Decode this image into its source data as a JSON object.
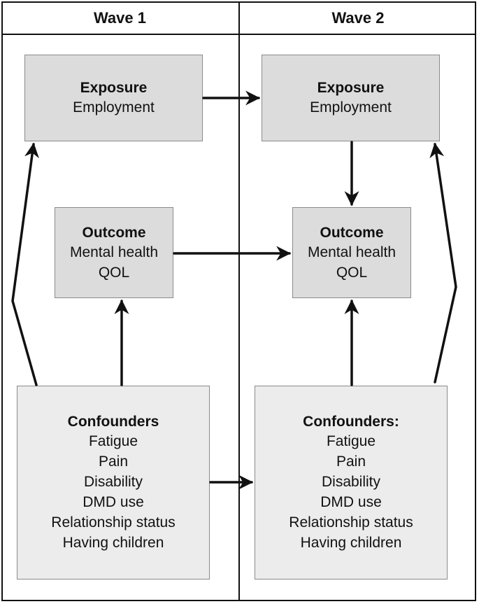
{
  "columns": {
    "wave1": "Wave 1",
    "wave2": "Wave 2"
  },
  "wave1": {
    "exposure": {
      "title": "Exposure",
      "lines": [
        "Employment"
      ]
    },
    "outcome": {
      "title": "Outcome",
      "lines": [
        "Mental health",
        "QOL"
      ]
    },
    "confounders": {
      "title": "Confounders",
      "lines": [
        "Fatigue",
        "Pain",
        "Disability",
        "DMD use",
        "Relationship status",
        "Having children"
      ]
    }
  },
  "wave2": {
    "exposure": {
      "title": "Exposure",
      "lines": [
        "Employment"
      ]
    },
    "outcome": {
      "title": "Outcome",
      "lines": [
        "Mental health",
        "QOL"
      ]
    },
    "confounders": {
      "title": "Confounders:",
      "lines": [
        "Fatigue",
        "Pain",
        "Disability",
        "DMD use",
        "Relationship status",
        "Having children"
      ]
    }
  }
}
